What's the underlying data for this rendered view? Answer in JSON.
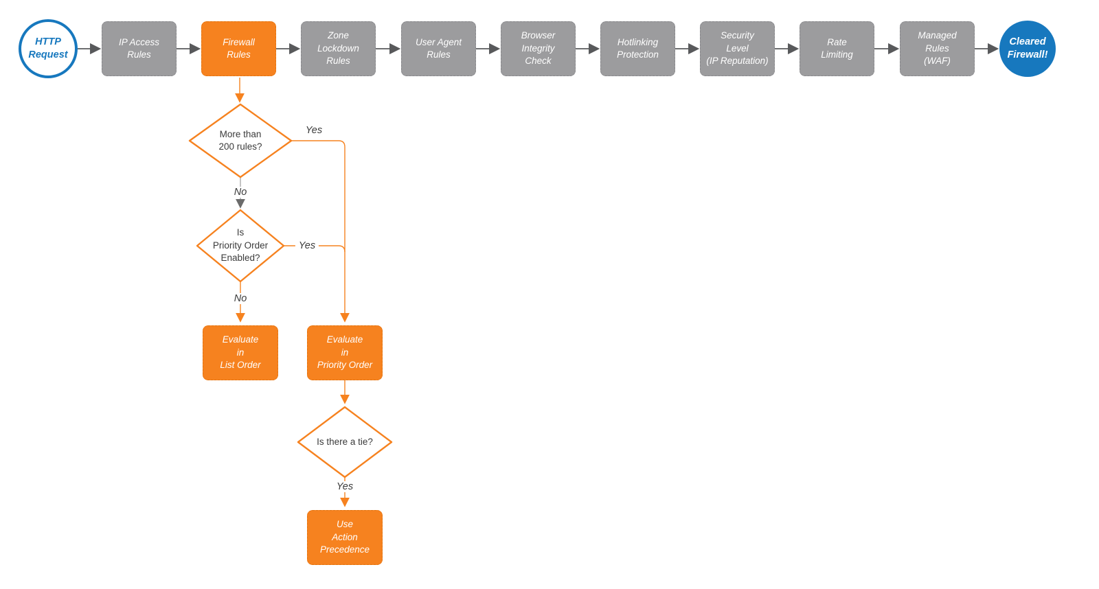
{
  "diagram": {
    "colors": {
      "orange": "#F6821F",
      "gray_node": "#9C9C9E",
      "blue": "#1778BE",
      "connector_dark": "#58595B",
      "connector_light_gray": "#ABABAB",
      "arrowhead_gray": "#6B6B6B",
      "diamond_fill": "#FFFFFF",
      "text_dark": "#3A3A3A",
      "text_light": "#FFFFFF"
    },
    "start": {
      "label": [
        "HTTP",
        "Request"
      ]
    },
    "end": {
      "label": [
        "Cleared",
        "Firewall!"
      ]
    },
    "steps": [
      {
        "label": [
          "IP Access",
          "Rules"
        ],
        "highlighted": false
      },
      {
        "label": [
          "Firewall",
          "Rules"
        ],
        "highlighted": true
      },
      {
        "label": [
          "Zone",
          "Lockdown",
          "Rules"
        ],
        "highlighted": false
      },
      {
        "label": [
          "User Agent",
          "Rules"
        ],
        "highlighted": false
      },
      {
        "label": [
          "Browser",
          "Integrity",
          "Check"
        ],
        "highlighted": false
      },
      {
        "label": [
          "Hotlinking",
          "Protection"
        ],
        "highlighted": false
      },
      {
        "label": [
          "Security",
          "Level",
          "(IP Reputation)"
        ],
        "highlighted": false
      },
      {
        "label": [
          "Rate",
          "Limiting"
        ],
        "highlighted": false
      },
      {
        "label": [
          "Managed",
          "Rules",
          "(WAF)"
        ],
        "highlighted": false
      }
    ],
    "decisions": [
      {
        "label": [
          "More than",
          "200 rules?"
        ]
      },
      {
        "label": [
          "Is",
          "Priority Order",
          "Enabled?"
        ]
      },
      {
        "label": [
          "Is there a tie?"
        ]
      }
    ],
    "actions": [
      {
        "label": [
          "Evaluate",
          "in",
          "List Order"
        ]
      },
      {
        "label": [
          "Evaluate",
          "in",
          "Priority Order"
        ]
      },
      {
        "label": [
          "Use",
          "Action",
          "Precedence"
        ]
      }
    ],
    "edge_labels": {
      "yes1": "Yes",
      "no1": "No",
      "yes2": "Yes",
      "no2": "No",
      "yes3": "Yes"
    }
  }
}
